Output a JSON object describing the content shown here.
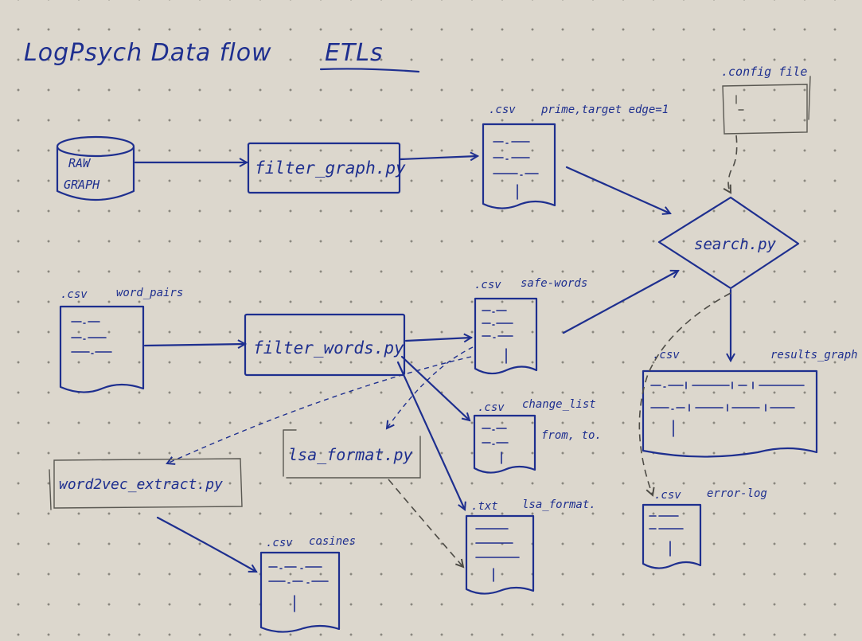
{
  "title": {
    "prefix": "LogPsych Data flow ",
    "underlined": "ETLs"
  },
  "nodes": {
    "raw_graph": {
      "line1": "RAW",
      "line2": "GRAPH"
    },
    "filter_graph": {
      "label": "filter_graph.py"
    },
    "csv_prime_target": {
      "ext": ".csv",
      "label": "prime,target edge=1"
    },
    "config_file": {
      "label": ".config file"
    },
    "search": {
      "label": "search.py"
    },
    "csv_word_pairs": {
      "ext": ".csv",
      "label": "word_pairs"
    },
    "filter_words": {
      "label": "filter_words.py"
    },
    "csv_safe_words": {
      "ext": ".csv",
      "label": "safe-words"
    },
    "csv_change_list": {
      "ext": ".csv",
      "label": "change_list",
      "note": "from, to."
    },
    "lsa_format_py": {
      "label": "lsa_format.py"
    },
    "word2vec_extract": {
      "label": "word2vec_extract.py"
    },
    "txt_lsa_format": {
      "ext": ".txt",
      "label": "lsa_format."
    },
    "csv_results": {
      "ext": ".csv",
      "label": "results_graph"
    },
    "csv_error_log": {
      "ext": ".csv",
      "label": "error-log"
    },
    "csv_cosines": {
      "ext": ".csv",
      "label": "cosines"
    }
  },
  "colors": {
    "ink": "#1e2f8f",
    "pencil": "#4d4b45",
    "paper": "#dcd7cd"
  }
}
